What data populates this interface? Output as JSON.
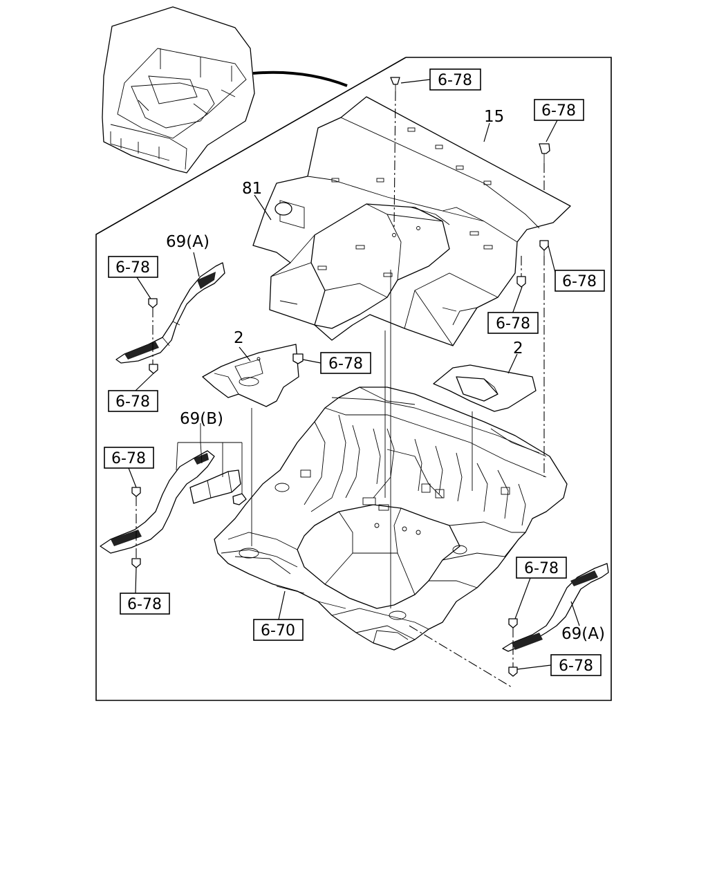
{
  "part_numbers": {
    "panel_15": "15",
    "panel_81": "81",
    "cover_2_left": "2",
    "cover_2_right": "2",
    "plate_69A_left": "69(A)",
    "plate_69B": "69(B)",
    "plate_69A_right": "69(A)"
  },
  "references": {
    "top_center": "6-78",
    "top_right": "6-78",
    "right_mid": "6-78",
    "right_low": "6-78",
    "left_top": "6-78",
    "left_mid": "6-78",
    "center_clip": "6-78",
    "left_b_top": "6-78",
    "left_b_bottom": "6-78",
    "floor": "6-70",
    "right_bottom_upper": "6-78",
    "right_bottom_lower": "6-78"
  }
}
